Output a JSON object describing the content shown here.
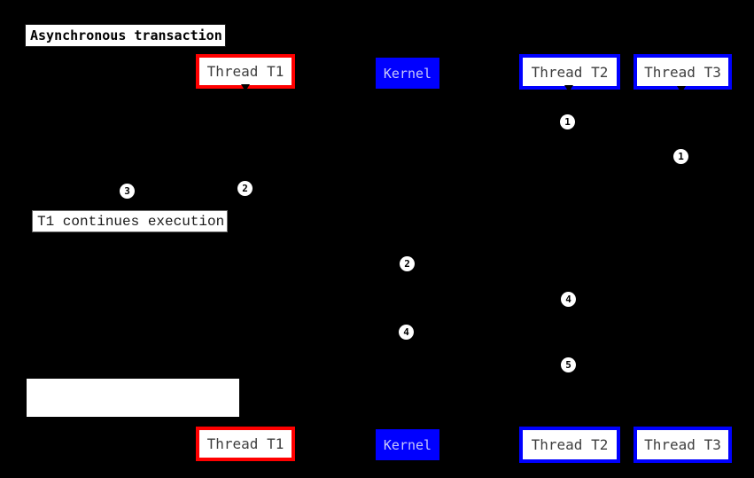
{
  "title": {
    "text": "Asynchronous transaction"
  },
  "participants": [
    {
      "label": "Thread T1",
      "style": "red-outline"
    },
    {
      "label": "Kernel",
      "style": "blue-solid"
    },
    {
      "label": "Thread T2",
      "style": "blue-outline"
    },
    {
      "label": "Thread T3",
      "style": "blue-outline"
    }
  ],
  "notes": {
    "t1_continues": "T1 continues execution",
    "empty_note": ""
  },
  "markers": [
    {
      "label": "1"
    },
    {
      "label": "1"
    },
    {
      "label": "2"
    },
    {
      "label": "3"
    },
    {
      "label": "2"
    },
    {
      "label": "4"
    },
    {
      "label": "4"
    },
    {
      "label": "5"
    }
  ],
  "colors": {
    "background": "#000000",
    "thread_t1_border": "#ff0000",
    "thread_t2_t3_border": "#0000ff",
    "kernel_fill": "#0000ff",
    "kernel_text": "#c8c8fa",
    "participant_text": "#3f3f3f",
    "title_background": "#ffffff",
    "title_text": "#000000",
    "marker_fill": "#ffffff",
    "marker_text": "#000000",
    "note_background": "#ffffff"
  }
}
